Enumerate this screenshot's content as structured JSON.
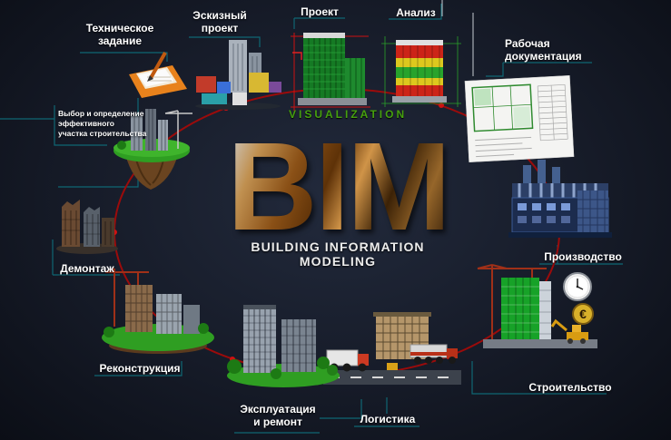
{
  "center": {
    "logo": "BIM",
    "subtitle": "BUILDING INFORMATION MODELING",
    "stage_label": "VISUALIZATION"
  },
  "stages": {
    "site_selection": "Выбор и определение\nэффективного\nучастка строительства",
    "tech_task": "Техническое\nзадание",
    "sketch": "Эскизный\nпроект",
    "project": "Проект",
    "analysis": "Анализ",
    "working_docs": "Рабочая\nдокументация",
    "production": "Производство",
    "construction": "Строительство",
    "logistics": "Логистика",
    "operation": "Эксплуатация\nи ремонт",
    "reconstruction": "Реконструкция",
    "dismantling": "Демонтаж"
  },
  "symbols": {
    "euro": "€"
  },
  "colors": {
    "background": "#161b28",
    "cycle_red": "#9b0b0b",
    "dot_red": "#d01111",
    "trace_teal": "#0f6b78",
    "visualization_green": "#46a00e",
    "label_white": "#ffffff"
  }
}
